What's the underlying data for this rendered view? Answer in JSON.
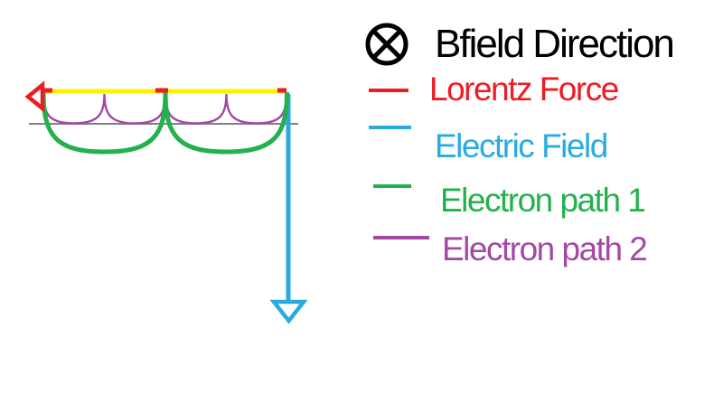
{
  "colors": {
    "bfield": "#000000",
    "lorentz": "#ED1C24",
    "electric": "#29ABE2",
    "path1": "#22B14C",
    "path2": "#A349A4",
    "plate": "#FFF200",
    "baseline": "#808080"
  },
  "legend": {
    "items": [
      {
        "id": "bfield",
        "label": "Bfield Direction",
        "swatch": "circle-x-into-page-icon",
        "color": "#000000"
      },
      {
        "id": "lorentz",
        "label": "Lorentz Force",
        "swatch": "line",
        "color": "#ED1C24"
      },
      {
        "id": "electric",
        "label": "Electric Field",
        "swatch": "line",
        "color": "#29ABE2"
      },
      {
        "id": "path1",
        "label": "Electron path 1",
        "swatch": "line",
        "color": "#22B14C"
      },
      {
        "id": "path2",
        "label": "Electron path 2",
        "swatch": "line",
        "color": "#A349A4"
      }
    ]
  }
}
